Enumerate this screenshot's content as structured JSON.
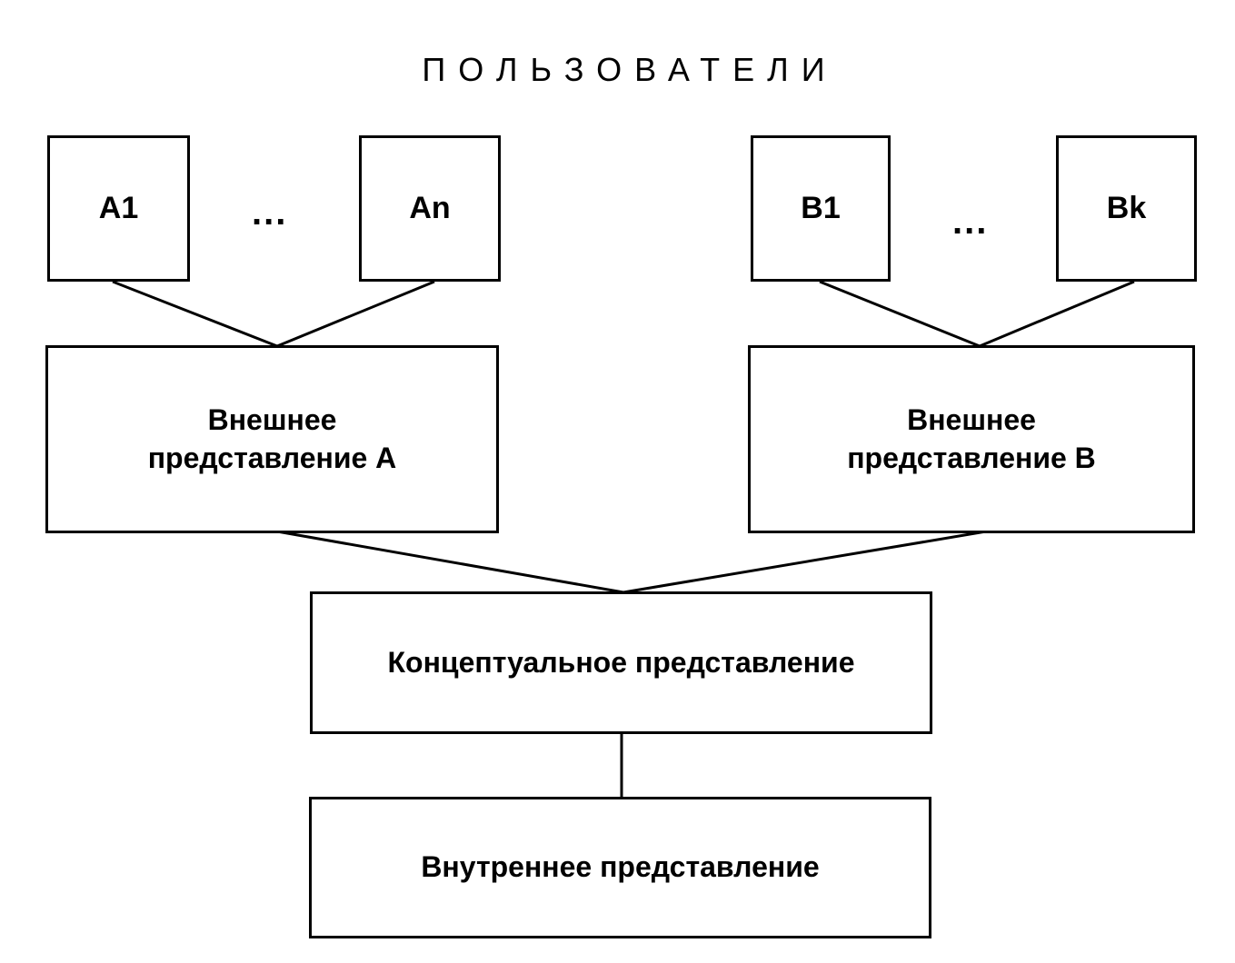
{
  "heading": "ПОЛЬЗОВАТЕЛИ",
  "users_a": {
    "first": "A1",
    "ellipsis": "...",
    "last": "An"
  },
  "users_b": {
    "first": "B1",
    "ellipsis": "...",
    "last": "Bk"
  },
  "external_a": "Внешнее\nпредставление A",
  "external_b": "Внешнее\nпредставление B",
  "conceptual": "Концептуальное представление",
  "internal": "Внутреннее представление"
}
